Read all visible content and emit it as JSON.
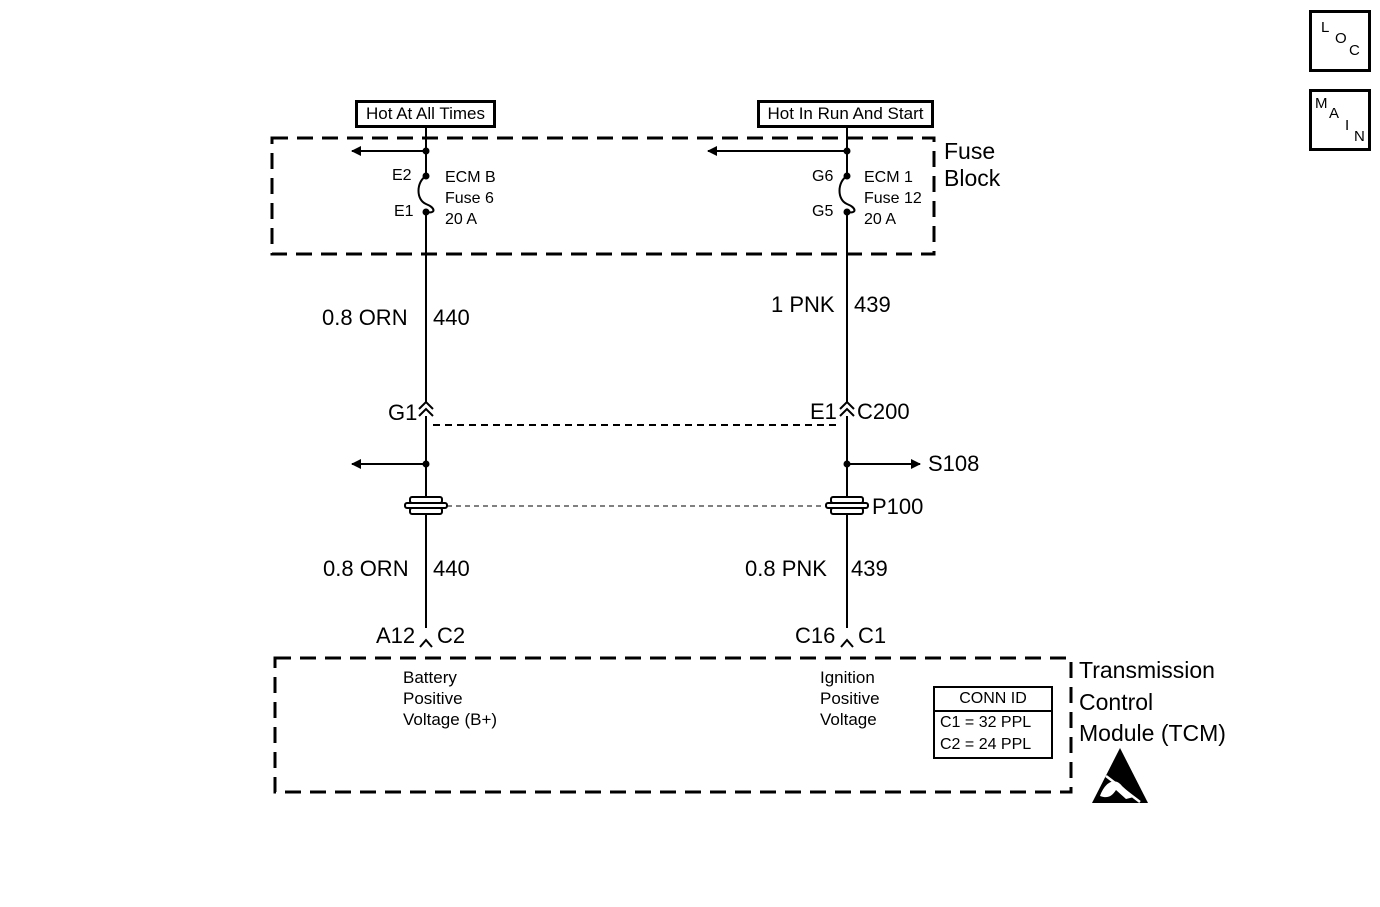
{
  "nav": {
    "loc": [
      "L",
      "O",
      "C"
    ],
    "main": [
      "M",
      "A",
      "I",
      "N"
    ]
  },
  "sources": {
    "left": "Hot At All Times",
    "right": "Hot In Run And Start"
  },
  "fuse_block": {
    "title_line1": "Fuse",
    "title_line2": "Block",
    "left_fuse": {
      "top_pin": "E2",
      "bottom_pin": "E1",
      "line1": "ECM B",
      "line2": "Fuse 6",
      "line3": "20 A"
    },
    "right_fuse": {
      "top_pin": "G6",
      "bottom_pin": "G5",
      "line1": "ECM 1",
      "line2": "Fuse 12",
      "line3": "20 A"
    }
  },
  "wires": {
    "left_upper": {
      "size_color": "0.8 ORN",
      "circuit": "440"
    },
    "right_upper": {
      "size_color": "1 PNK",
      "circuit": "439"
    },
    "left_lower": {
      "size_color": "0.8 ORN",
      "circuit": "440"
    },
    "right_lower": {
      "size_color": "0.8 PNK",
      "circuit": "439"
    }
  },
  "connector_c200": {
    "left_pin": "G1",
    "right_pin": "E1",
    "name": "C200"
  },
  "splice": {
    "name": "S108"
  },
  "passthrough": {
    "name": "P100"
  },
  "tcm_pins": {
    "left_pin": "A12",
    "left_conn": "C2",
    "right_pin": "C16",
    "right_conn": "C1"
  },
  "tcm": {
    "title_line1": "Transmission",
    "title_line2": "Control",
    "title_line3": "Module (TCM)",
    "left_label": [
      "Battery",
      "Positive",
      "Voltage (B+)"
    ],
    "right_label": [
      "Ignition",
      "Positive",
      "Voltage"
    ]
  },
  "conn_id": {
    "header": "CONN ID",
    "rows": [
      "C1 = 32 PPL",
      "C2 = 24 PPL"
    ]
  }
}
